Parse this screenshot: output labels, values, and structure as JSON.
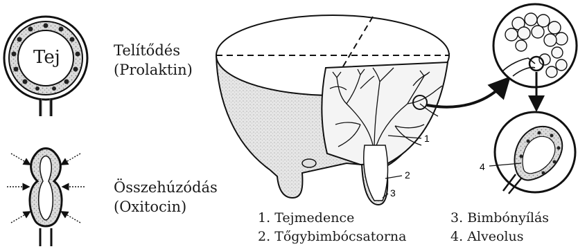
{
  "alveolus_full": {
    "center_text": "Tej",
    "title": "Telítődés",
    "subtitle": "(Prolaktin)"
  },
  "alveolus_contracted": {
    "title": "Összehúzódás",
    "subtitle": "(Oxitocin)"
  },
  "udder": {
    "callouts": [
      "1",
      "2",
      "3"
    ]
  },
  "detail": {
    "callout": "4"
  },
  "legend": {
    "items": [
      {
        "num": "1.",
        "label": "Tejmedence"
      },
      {
        "num": "2.",
        "label": "Tőgybimbócsatorna"
      },
      {
        "num": "3.",
        "label": "Bimbónyílás"
      },
      {
        "num": "4.",
        "label": "Alveolus"
      }
    ]
  }
}
